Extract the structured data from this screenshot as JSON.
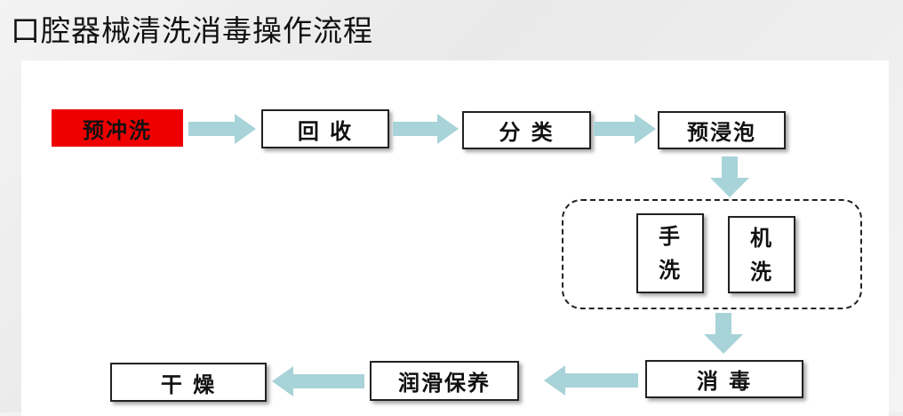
{
  "title": "口腔器械清洗消毒操作流程",
  "colors": {
    "arrow": "#a8d3d8",
    "highlight": "#ee0000"
  },
  "steps": {
    "pre_rinse": "预冲洗",
    "collect": "回 收",
    "sort": "分 类",
    "pre_soak": "预浸泡",
    "manual_wash": [
      "手",
      "洗"
    ],
    "machine_wash": [
      "机",
      "洗"
    ],
    "disinfect": "消 毒",
    "lubricate": "润滑保养",
    "dry": "干 燥"
  }
}
